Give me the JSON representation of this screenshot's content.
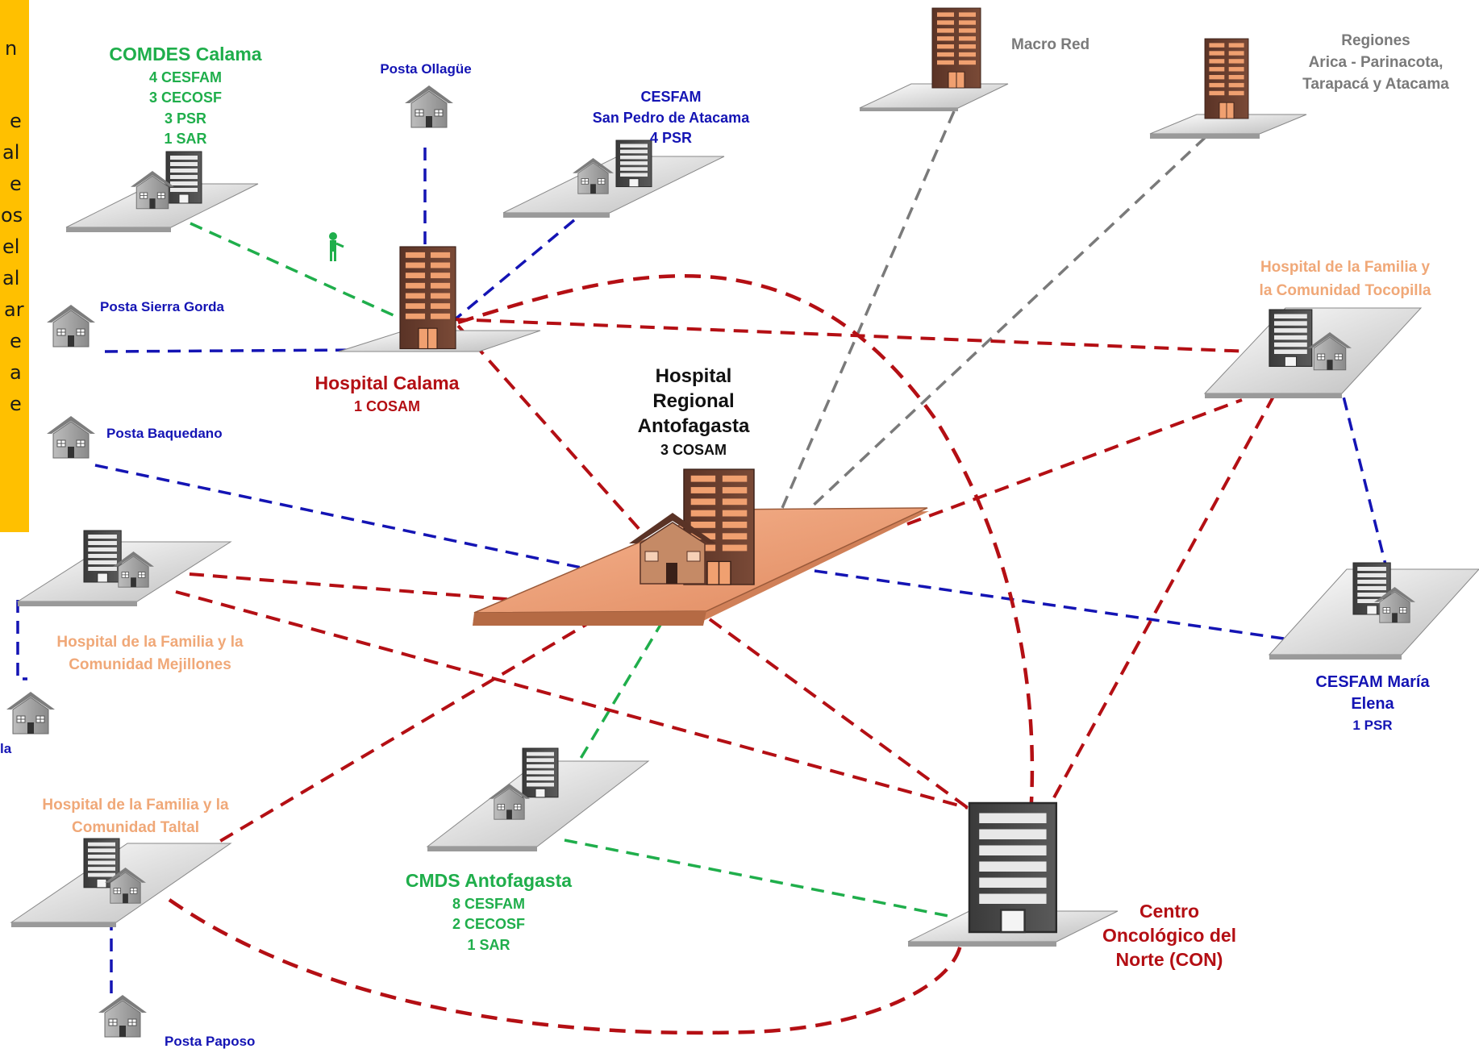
{
  "colors": {
    "blue": "#1414b4",
    "green": "#1fae4b",
    "red": "#b40f14",
    "gray": "#7a7a7a",
    "peach": "#f0a878",
    "sidebar": "#ffc000",
    "platform": "#d0d0d0",
    "hub_platform": "#e8a07a",
    "tower_brown": "#6b3e2e",
    "tower_dark": "#4a4a4a"
  },
  "sidebar": {
    "fragments": [
      "n",
      "e",
      "al",
      "e",
      "os",
      "el",
      "al",
      "ar",
      "e",
      "a",
      "e"
    ]
  },
  "nodes": {
    "hospital_regional": {
      "line1": "Hospital",
      "line2": "Regional",
      "line3": "Antofagasta",
      "sub": "3 COSAM"
    },
    "hospital_calama": {
      "title": "Hospital Calama",
      "sub": "1 COSAM"
    },
    "comdes_calama": {
      "title": "COMDES Calama",
      "lines": [
        "4 CESFAM",
        "3 CECOSF",
        "3 PSR",
        "1 SAR"
      ]
    },
    "posta_ollague": {
      "title": "Posta Ollagüe"
    },
    "cesfam_san_pedro": {
      "lines": [
        "CESFAM",
        "San Pedro de Atacama",
        "4 PSR"
      ]
    },
    "macro_red": {
      "title": "Macro Red"
    },
    "regiones": {
      "lines": [
        "Regiones",
        "Arica - Parinacota,",
        "Tarapacá y Atacama"
      ]
    },
    "posta_sierra_gorda": {
      "title": "Posta Sierra Gorda"
    },
    "posta_baquedano": {
      "title": "Posta Baquedano"
    },
    "hfc_tocopilla": {
      "lines": [
        "Hospital de la Familia y",
        "la Comunidad Tocopilla"
      ]
    },
    "hfc_mejillones": {
      "lines": [
        "Hospital de la Familia y la",
        "Comunidad Mejillones"
      ]
    },
    "cesfam_maria_elena": {
      "lines": [
        "CESFAM María",
        "Elena",
        "1 PSR"
      ]
    },
    "posta_left_partial": {
      "title": "la"
    },
    "hfc_taltal": {
      "lines": [
        "Hospital de la Familia y la",
        "Comunidad Taltal"
      ]
    },
    "cmds_antofagasta": {
      "title": "CMDS Antofagasta",
      "lines": [
        "8 CESFAM",
        "2 CECOSF",
        "1 SAR"
      ]
    },
    "centro_oncologico": {
      "lines": [
        "Centro",
        "Oncológico del",
        "Norte (CON)"
      ]
    },
    "posta_paposo": {
      "title": "Posta Paposo"
    }
  }
}
